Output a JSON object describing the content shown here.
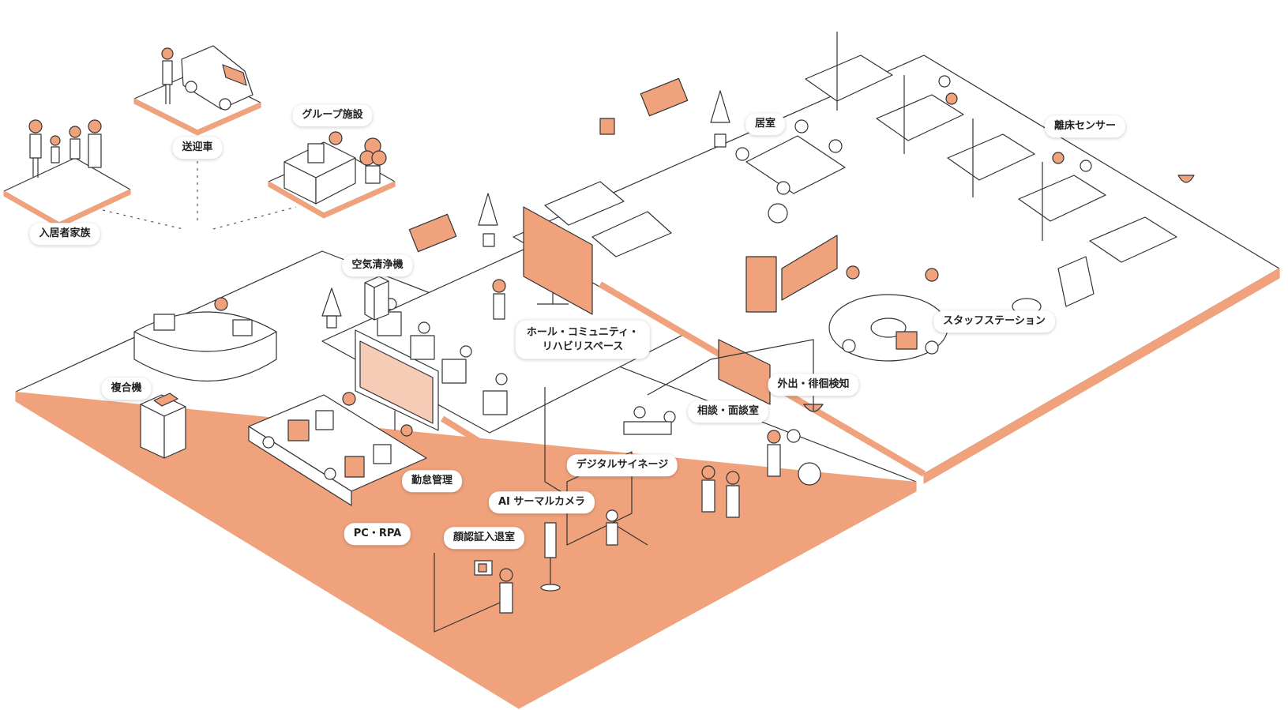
{
  "colors": {
    "accent": "#EFA27C",
    "line": "#333333",
    "floor_edge": "#EFA27C",
    "background": "#FFFFFF"
  },
  "labels": {
    "family": "入居者家族",
    "shuttle": "送迎車",
    "group_facility": "グループ施設",
    "air_purifier": "空気清浄機",
    "hall_line1": "ホール・コミュニティ・",
    "hall_line2": "リハビリスペース",
    "multifunction": "複合機",
    "attendance": "勤怠管理",
    "pc_rpa": "PC・RPA",
    "face_auth": "顔認証入退室",
    "thermal_camera": "AI サーマルカメラ",
    "digital_signage": "デジタルサイネージ",
    "consultation": "相談・面談室",
    "wander_detect": "外出・徘徊検知",
    "staff_station": "スタッフステーション",
    "bed_sensor": "離床センサー",
    "room": "居室"
  }
}
